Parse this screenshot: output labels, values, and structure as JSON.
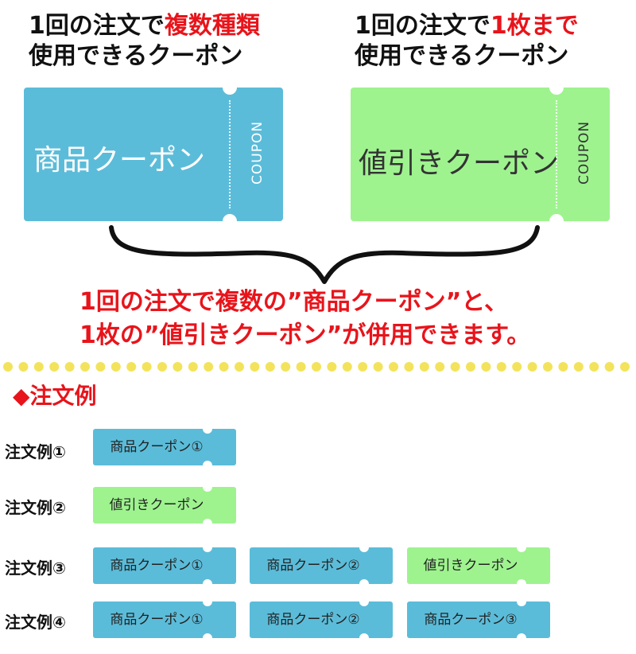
{
  "headers": {
    "left": {
      "line1_a": "1回の注文で",
      "line1_b": "複数種類",
      "line2": "使用できるクーポン"
    },
    "right": {
      "line1_a": "1回の注文で",
      "line1_b": "1枚まで",
      "line2": "使用できるクーポン"
    }
  },
  "big_tickets": {
    "product": {
      "label": "商品クーポン",
      "side": "COUPON",
      "color": "#5bbcd9"
    },
    "discount": {
      "label": "値引きクーポン",
      "side": "COUPON",
      "color": "#9ef38f"
    }
  },
  "summary": {
    "line1": "1回の注文で複数の”商品クーポン”と、",
    "line2": "1枚の”値引きクーポン”が併用できます。"
  },
  "section": {
    "title": "◆注文例"
  },
  "examples": [
    {
      "label": "注文例①",
      "coupons": [
        "商品クーポン①"
      ]
    },
    {
      "label": "注文例②",
      "coupons": [
        "値引きクーポン"
      ]
    },
    {
      "label": "注文例③",
      "coupons": [
        "商品クーポン①",
        "商品クーポン②",
        "値引きクーポン"
      ]
    },
    {
      "label": "注文例④",
      "coupons": [
        "商品クーポン①",
        "商品クーポン②",
        "商品クーポン③"
      ]
    }
  ],
  "colors": {
    "accent_red": "#e8141b",
    "coupon_blue": "#5bbcd9",
    "coupon_green": "#9ef38f",
    "dot_yellow": "#f3e35c"
  }
}
